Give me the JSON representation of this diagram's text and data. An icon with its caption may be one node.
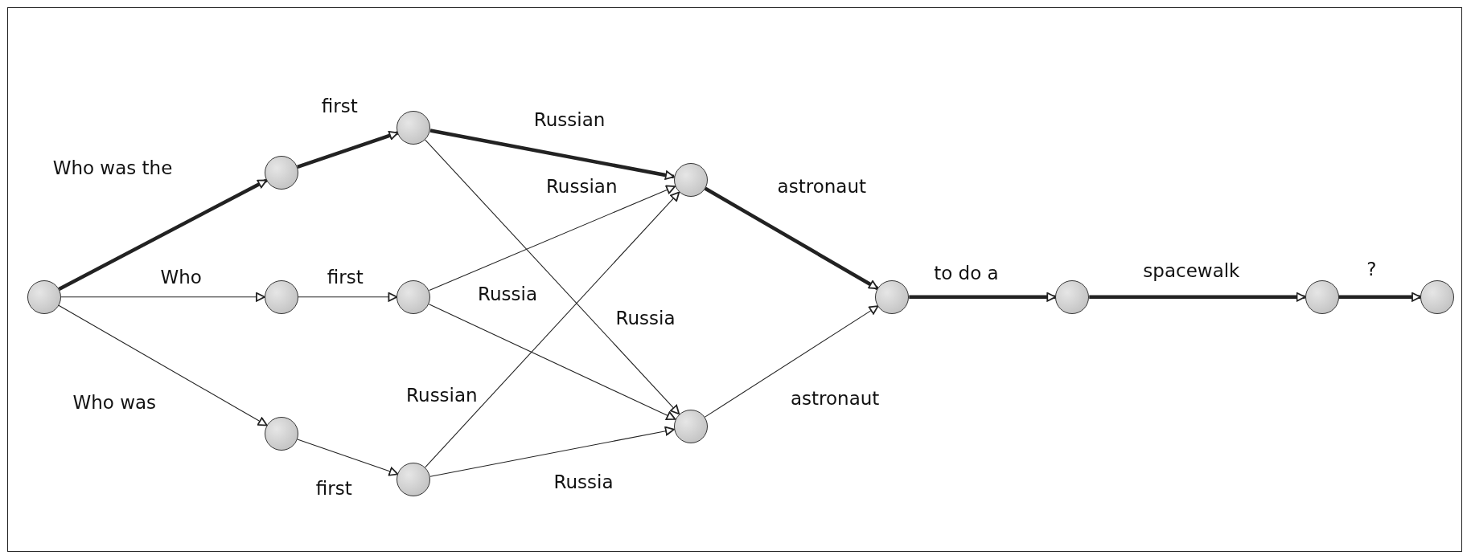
{
  "diagram": {
    "nodes": [
      {
        "text": [],
        "shape": "circle"
      },
      {
        "text": [],
        "shape": "circle"
      },
      {
        "text": [],
        "shape": "circle"
      },
      {
        "text": [],
        "shape": "circle"
      },
      {
        "text": [],
        "shape": "circle"
      },
      {
        "text": [],
        "shape": "circle"
      },
      {
        "text": [],
        "shape": "circle"
      },
      {
        "text": [],
        "shape": "circle"
      },
      {
        "text": [],
        "shape": "circle"
      },
      {
        "text": [],
        "shape": "circle"
      },
      {
        "text": [],
        "shape": "circle"
      },
      {
        "text": [],
        "shape": "circle"
      },
      {
        "text": [],
        "shape": "circle"
      }
    ],
    "edges": [
      {
        "from": 0,
        "to": 1,
        "arrow": "to",
        "label": "Who was the",
        "style": "thick"
      },
      {
        "from": 0,
        "to": 2,
        "arrow": "to",
        "label": "Who"
      },
      {
        "from": 0,
        "to": 3,
        "arrow": "to",
        "label": "Who was"
      },
      {
        "from": 1,
        "to": 4,
        "arrow": "to",
        "label": "first",
        "style": "thick"
      },
      {
        "from": 2,
        "to": 5,
        "arrow": "to",
        "label": "first"
      },
      {
        "from": 3,
        "to": 6,
        "arrow": "to",
        "label": "first"
      },
      {
        "from": 4,
        "to": 7,
        "arrow": "to",
        "label": "Russian",
        "style": "thick"
      },
      {
        "from": 4,
        "to": 8,
        "arrow": "to",
        "label": "Russia"
      },
      {
        "from": 5,
        "to": 7,
        "arrow": "to",
        "label": "Russian"
      },
      {
        "from": 5,
        "to": 8,
        "arrow": "to",
        "label": "Russia"
      },
      {
        "from": 6,
        "to": 7,
        "arrow": "to",
        "label": "Russian"
      },
      {
        "from": 6,
        "to": 8,
        "arrow": "to",
        "label": "Russia"
      },
      {
        "from": 7,
        "to": 9,
        "arrow": "to",
        "label": "astronaut",
        "style": "thick"
      },
      {
        "from": 8,
        "to": 9,
        "arrow": "to",
        "label": "astronaut"
      },
      {
        "from": 9,
        "to": 10,
        "arrow": "to",
        "label": "to do a",
        "style": "thick"
      },
      {
        "from": 10,
        "to": 11,
        "arrow": "to",
        "label": "spacewalk",
        "style": "thick"
      },
      {
        "from": 11,
        "to": 12,
        "arrow": "to",
        "label": "?",
        "style": "thick"
      }
    ]
  }
}
